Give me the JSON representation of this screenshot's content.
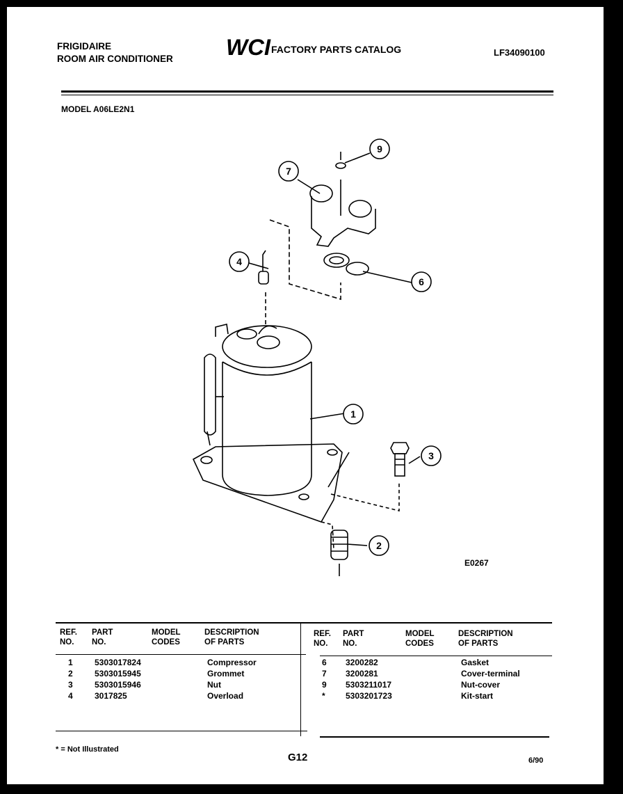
{
  "header": {
    "brand": "FRIGIDAIRE",
    "product_line": "ROOM AIR CONDITIONER",
    "logo_text": "WCI",
    "catalog_title": "FACTORY PARTS CATALOG",
    "catalog_number": "LF34090100",
    "model": "MODEL A06LE2N1"
  },
  "diagram": {
    "callouts": [
      "1",
      "2",
      "3",
      "4",
      "6",
      "7",
      "9"
    ],
    "code": "E0267"
  },
  "table": {
    "headers": [
      [
        "REF.",
        "NO."
      ],
      [
        "PART",
        "NO."
      ],
      [
        "MODEL",
        "CODES"
      ],
      [
        "DESCRIPTION",
        "OF PARTS"
      ]
    ],
    "left_rows": [
      {
        "ref": "1",
        "part": "5303017824",
        "codes": "",
        "desc": "Compressor"
      },
      {
        "ref": "2",
        "part": "5303015945",
        "codes": "",
        "desc": "Grommet"
      },
      {
        "ref": "3",
        "part": "5303015946",
        "codes": "",
        "desc": "Nut"
      },
      {
        "ref": "4",
        "part": "3017825",
        "codes": "",
        "desc": "Overload"
      }
    ],
    "right_rows": [
      {
        "ref": "6",
        "part": "3200282",
        "codes": "",
        "desc": "Gasket"
      },
      {
        "ref": "7",
        "part": "3200281",
        "codes": "",
        "desc": "Cover-terminal"
      },
      {
        "ref": "9",
        "part": "5303211017",
        "codes": "",
        "desc": "Nut-cover"
      },
      {
        "ref": "*",
        "part": "5303201723",
        "codes": "",
        "desc": "Kit-start"
      }
    ]
  },
  "footer": {
    "footnote": "* = Not Illustrated",
    "page": "G12",
    "date": "6/90"
  }
}
